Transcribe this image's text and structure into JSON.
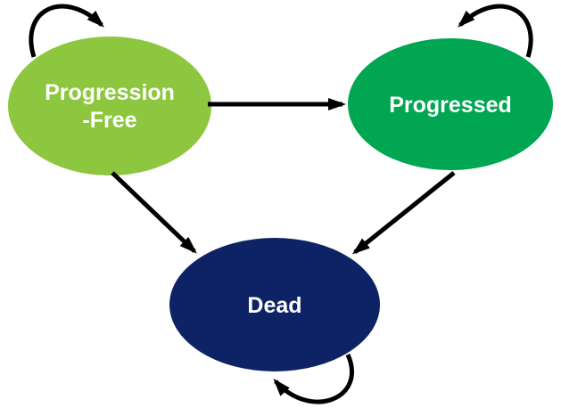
{
  "diagram": {
    "kind": "state-transition-model",
    "background_color": "#FFFFFF",
    "arrow_color": "#000000",
    "nodes": [
      {
        "id": "progression-free",
        "label": "Progression -Free",
        "label_line1": "Progression",
        "label_line2": "-Free",
        "fill": "#8DC63F",
        "text_color": "#FFFFFF"
      },
      {
        "id": "progressed",
        "label": "Progressed",
        "fill": "#00A651",
        "text_color": "#FFFFFF"
      },
      {
        "id": "dead",
        "label": "Dead",
        "fill": "#0D2365",
        "text_color": "#FFFFFF"
      }
    ],
    "edges": [
      {
        "from": "progression-free",
        "to": "progression-free",
        "kind": "self-loop"
      },
      {
        "from": "progressed",
        "to": "progressed",
        "kind": "self-loop"
      },
      {
        "from": "dead",
        "to": "dead",
        "kind": "self-loop"
      },
      {
        "from": "progression-free",
        "to": "progressed",
        "kind": "transition"
      },
      {
        "from": "progression-free",
        "to": "dead",
        "kind": "transition"
      },
      {
        "from": "progressed",
        "to": "dead",
        "kind": "transition"
      }
    ]
  }
}
